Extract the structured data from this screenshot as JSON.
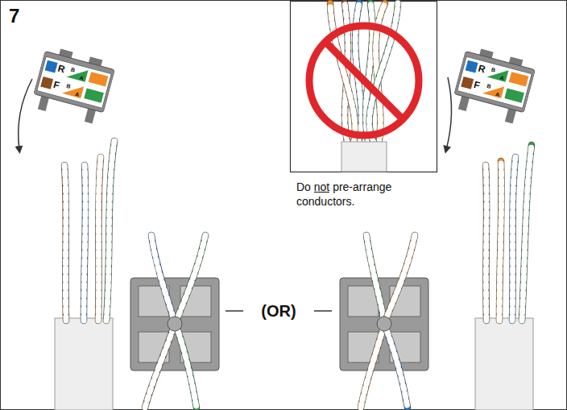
{
  "diagram": {
    "labels": [
      "7",
      "R",
      "B",
      "A",
      "F",
      "B",
      "A",
      "Do not pre-arrange conductors.",
      "(OR)",
      "R",
      "B",
      "A",
      "F",
      "B",
      "A"
    ]
  }
}
